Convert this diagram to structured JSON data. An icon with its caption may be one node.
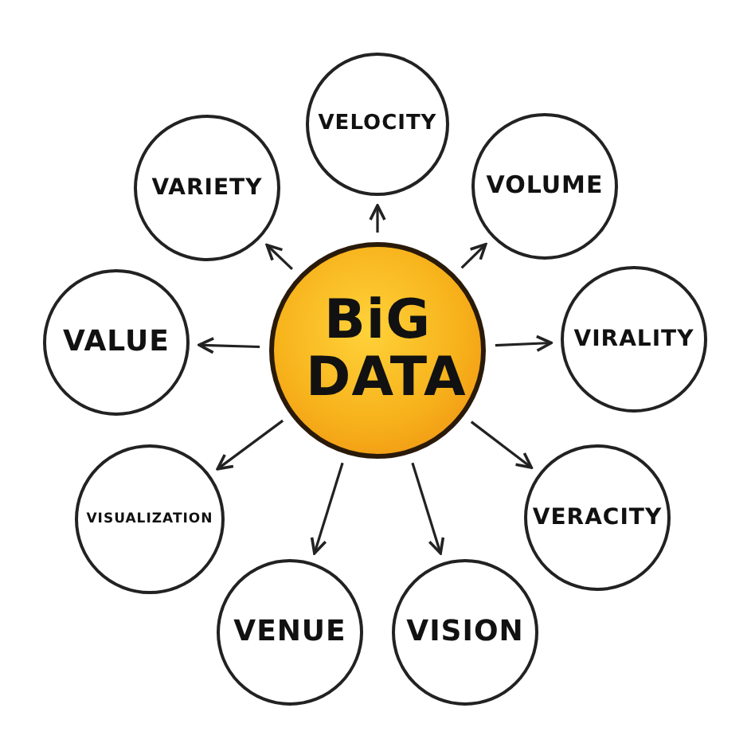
{
  "diagram": {
    "nodes": [
      {
        "text": [
          "BiG DATA"
        ]
      },
      {
        "text": [
          "VELOCITY"
        ]
      },
      {
        "text": [
          "VOLUME"
        ]
      },
      {
        "text": [
          "VIRALITY"
        ]
      },
      {
        "text": [
          "VERACITY"
        ]
      },
      {
        "text": [
          "VISION"
        ]
      },
      {
        "text": [
          "VENUE"
        ]
      },
      {
        "text": [
          "VISUALIZATION"
        ]
      },
      {
        "text": [
          "VALUE"
        ]
      },
      {
        "text": [
          "VARIETY"
        ]
      }
    ],
    "edges": [
      {
        "from": 0,
        "to": 1,
        "arrow": "to"
      },
      {
        "from": 0,
        "to": 2,
        "arrow": "to"
      },
      {
        "from": 0,
        "to": 3,
        "arrow": "to"
      },
      {
        "from": 0,
        "to": 4,
        "arrow": "to"
      },
      {
        "from": 0,
        "to": 5,
        "arrow": "to"
      },
      {
        "from": 0,
        "to": 6,
        "arrow": "to"
      },
      {
        "from": 0,
        "to": 7,
        "arrow": "to"
      },
      {
        "from": 0,
        "to": 8,
        "arrow": "to"
      },
      {
        "from": 0,
        "to": 9,
        "arrow": "to"
      }
    ]
  }
}
